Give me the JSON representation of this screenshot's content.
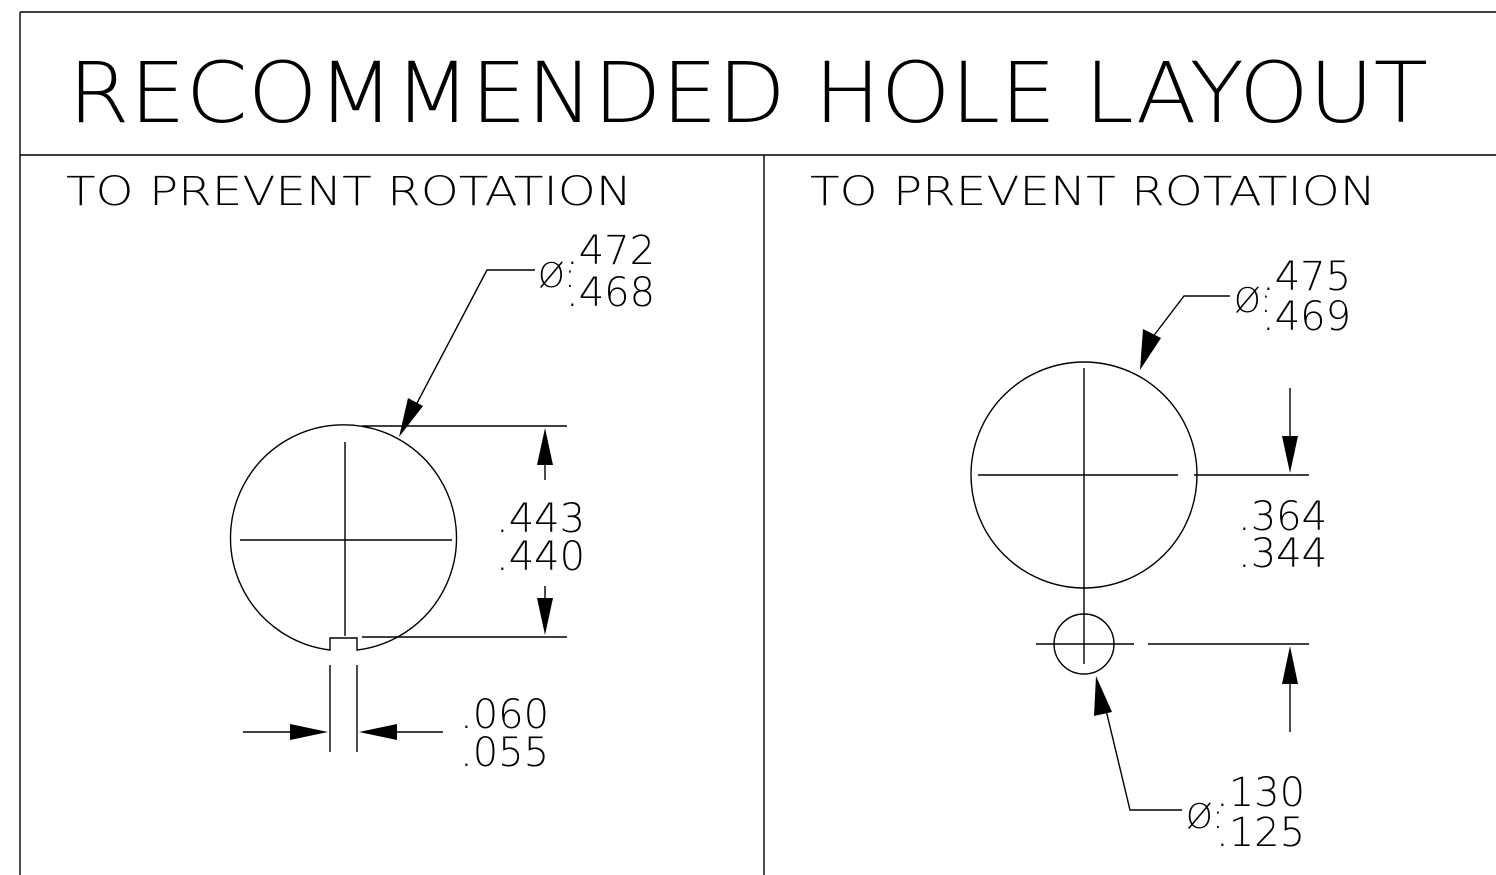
{
  "title": "RECOMMENDED HOLE LAYOUT",
  "left_panel": {
    "subtitle": "TO PREVENT ROTATION",
    "hole_diameter": {
      "symbol": "Ø:",
      "max": ".472",
      "min": ".468"
    },
    "flat_dimension": {
      "max": ".443",
      "min": ".440"
    },
    "key_width": {
      "max": ".060",
      "min": ".055"
    }
  },
  "right_panel": {
    "subtitle": "TO PREVENT ROTATION",
    "hole_diameter": {
      "symbol": "Ø:",
      "max": ".475",
      "min": ".469"
    },
    "center_distance": {
      "max": ".364",
      "min": ".344"
    },
    "pin_hole_diameter": {
      "symbol": "Ø:",
      "max": ".130",
      "min": ".125"
    }
  }
}
